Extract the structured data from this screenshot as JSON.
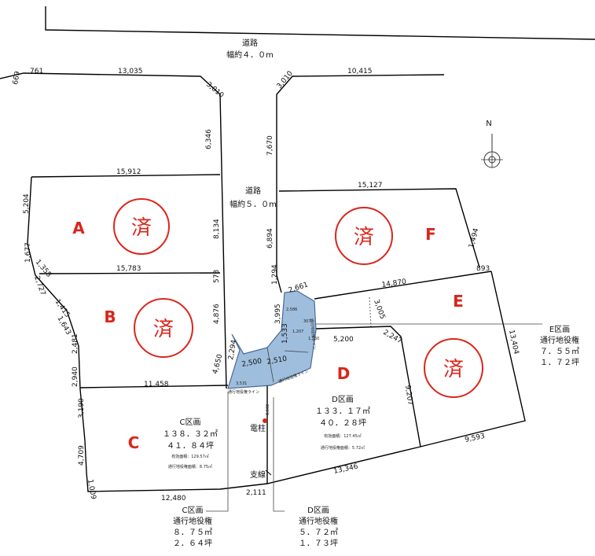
{
  "roads": {
    "road1_name": "道路",
    "road1_width": "幅約４．０m",
    "road2_name": "道路",
    "road2_width": "幅約５．０m"
  },
  "compass": "N",
  "lots": [
    {
      "letter": "A",
      "sold": "済"
    },
    {
      "letter": "B",
      "sold": "済"
    },
    {
      "letter": "C",
      "sold": ""
    },
    {
      "letter": "D",
      "sold": ""
    },
    {
      "letter": "E",
      "sold": "済"
    },
    {
      "letter": "F",
      "sold": "済"
    }
  ],
  "dimensions": [
    "761",
    "13,035",
    "3,010",
    "3,010",
    "10,415",
    "669",
    "6,346",
    "7,670",
    "15,912",
    "5,204",
    "15,127",
    "8,134",
    "6,894",
    "1,494",
    "1,677",
    "1,358",
    "15,783",
    "573",
    "1,294",
    "893",
    "2,727",
    "2,661",
    "14,870",
    "1,415",
    "3,995",
    "3,005",
    "1,643",
    "4,876",
    "2,481",
    "5,200",
    "2,247",
    "2,294",
    "1,533",
    "13,404",
    "4,650",
    "2,500",
    "2,510",
    "2,940",
    "11,458",
    "3,190",
    "9,207",
    "4,709",
    "9,593",
    "13,346",
    "1,009",
    "12,480",
    "2,111"
  ],
  "area_c": {
    "title": "C区画",
    "sqm": "１３８．３２㎡",
    "tsubo": "４１．８４坪",
    "eff": "有効面積：129.57㎡",
    "ease": "通行地役権面積：8.75㎡"
  },
  "area_d": {
    "title": "D区画",
    "sqm": "１３３．１７㎡",
    "tsubo": "４０．２８坪",
    "eff": "有効面積：127.45㎡",
    "ease": "通行地役権面積：5.72㎡"
  },
  "callout_c": {
    "title": "C区画",
    "sub": "通行地役権",
    "sqm": "８．７５㎡",
    "tsubo": "２．６４坪"
  },
  "callout_d": {
    "title": "D区画",
    "sub": "通行地役権",
    "sqm": "５．７２㎡",
    "tsubo": "１．７３坪"
  },
  "callout_e": {
    "title": "E区画",
    "sub": "通行地役権",
    "sqm": "７．５５㎡",
    "tsubo": "１．７２坪"
  },
  "pole": "電柱",
  "stay": "支線",
  "easement_line": "通行地役権ライン",
  "small": [
    "2,586",
    "1,207",
    "1,160",
    "307",
    "3,531",
    "0,502"
  ]
}
